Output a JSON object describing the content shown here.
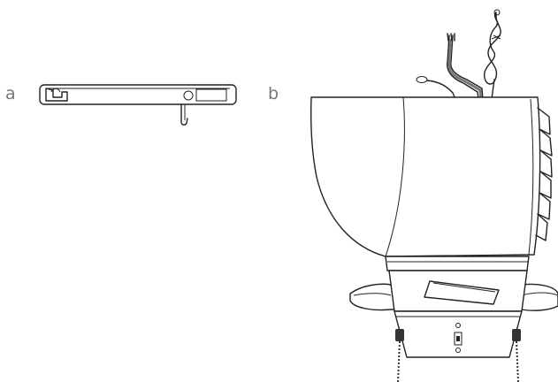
{
  "labels": {
    "a": "a",
    "b": "b"
  },
  "icons": {
    "hanger_bracket": "hanger-bracket-with-hook",
    "fan_motor": "ceiling-fan-motor-housing"
  }
}
